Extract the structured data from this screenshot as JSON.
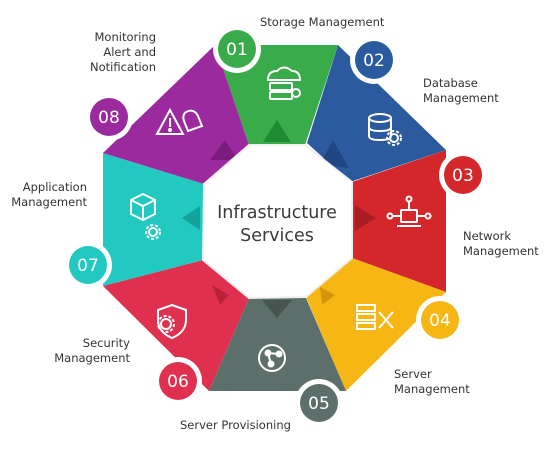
{
  "center": {
    "line1": "Infrastructure",
    "line2": "Services"
  },
  "segments": [
    {
      "number": "01",
      "label": [
        "Storage Management"
      ],
      "color": "#3aab4a",
      "icon": "storage-server-icon"
    },
    {
      "number": "02",
      "label": [
        "Database",
        "Management"
      ],
      "color": "#2c5a9e",
      "icon": "database-gear-icon"
    },
    {
      "number": "03",
      "label": [
        "Network",
        "Management"
      ],
      "color": "#d3272b",
      "icon": "network-icon"
    },
    {
      "number": "04",
      "label": [
        "Server",
        "Management"
      ],
      "color": "#f6b614",
      "icon": "server-tools-icon"
    },
    {
      "number": "05",
      "label": [
        "Server Provisioning"
      ],
      "color": "#5c6f6a",
      "icon": "provisioning-icon"
    },
    {
      "number": "06",
      "label": [
        "Security",
        "Management"
      ],
      "color": "#e0304f",
      "icon": "shield-gear-icon"
    },
    {
      "number": "07",
      "label": [
        "Application",
        "Management"
      ],
      "color": "#21c9c0",
      "icon": "cube-gear-icon"
    },
    {
      "number": "08",
      "label": [
        "Monitoring",
        "Alert and",
        "Notification"
      ],
      "color": "#9b2a9e",
      "icon": "alert-bell-icon"
    }
  ]
}
